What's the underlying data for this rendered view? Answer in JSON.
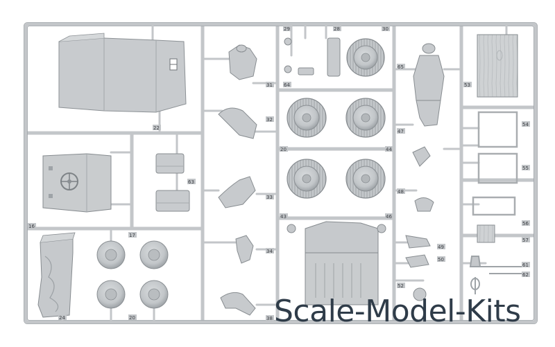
{
  "watermark": "Scale-Model-Kits",
  "part_numbers": {
    "p16": "16",
    "p17": "17",
    "p20a": "20",
    "p20b": "20",
    "p22": "22",
    "p24": "24",
    "p28": "28",
    "p29": "29",
    "p30": "30",
    "p31": "31",
    "p32": "32",
    "p33": "33",
    "p34": "34",
    "p38": "38",
    "p43": "43",
    "p44": "44",
    "p46": "46",
    "p47": "47",
    "p48": "48",
    "p49": "49",
    "p50": "50",
    "p52": "52",
    "p53": "53",
    "p54": "54",
    "p55": "55",
    "p56": "56",
    "p57": "57",
    "p61": "61",
    "p62": "62",
    "p63": "63",
    "p64": "64",
    "p65": "65"
  },
  "colors": {
    "plastic": "#c9ccce",
    "plastic_shade": "#a9adb0",
    "outline": "#7d8286",
    "watermark": "#2f3c49"
  }
}
